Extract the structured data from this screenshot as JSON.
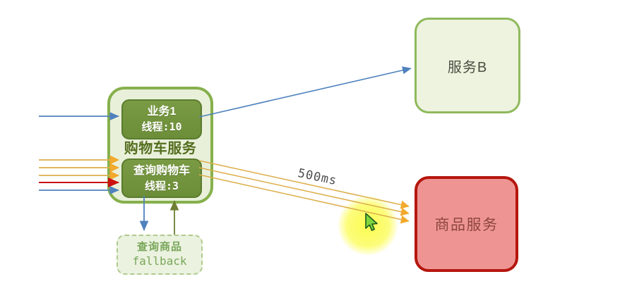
{
  "diagram": {
    "cart_service": {
      "label": "购物车服务",
      "pool1": {
        "line1": "业务1",
        "line2": "线程:10"
      },
      "pool2": {
        "line1": "查询购物车",
        "line2": "线程:3"
      }
    },
    "service_b": {
      "label": "服务B"
    },
    "product_service": {
      "label": "商品服务"
    },
    "fallback": {
      "line1": "查询商品",
      "line2": "fallback"
    },
    "latency_label": "500ms",
    "icons": [
      "cursor-icon",
      "highlight-circle"
    ],
    "colors": {
      "green_border": "#86b04c",
      "green_fill": "#e9f0da",
      "dark_green_fill": "#6c8e38",
      "service_b_border": "#8fb95c",
      "service_b_fill": "#edf3de",
      "red_border": "#b5160e",
      "red_fill": "#ee9593",
      "red_text": "#8e4540",
      "fallback_text": "#79a65a",
      "arrow_blue": "#4f81bd",
      "arrow_yellow": "#dcae4a",
      "arrowhead_yellow": "#f2a92c",
      "arrow_red": "#cc1113",
      "arrow_olive": "#6e7f33",
      "latency_text": "#4d4d4d",
      "cursor_green": "#7ed63e"
    }
  }
}
